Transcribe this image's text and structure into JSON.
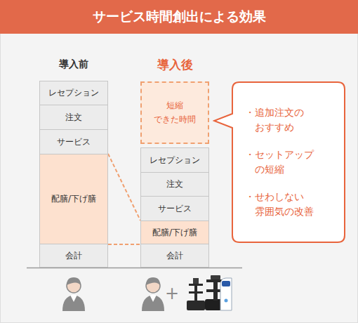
{
  "diagram": {
    "title": "サービス時間創出による効果",
    "nodes": [
      {
        "text": [
          "レセプション"
        ]
      },
      {
        "text": [
          "注文"
        ]
      },
      {
        "text": [
          "サービス"
        ]
      },
      {
        "text": [
          "配膳/下げ膳"
        ]
      },
      {
        "text": [
          "会計"
        ]
      },
      {
        "text": [
          "短縮 できた時間"
        ]
      },
      {
        "text": [
          "レセプション"
        ]
      },
      {
        "text": [
          "注文"
        ]
      },
      {
        "text": [
          "サービス"
        ]
      },
      {
        "text": [
          "配膳/下げ膳"
        ]
      },
      {
        "text": [
          "会計"
        ]
      },
      {
        "text": [
          "・追加注文の おすすめ",
          "・セットアップ の短縮",
          "・せわしない 雰囲気の改善"
        ]
      }
    ],
    "edges": [
      {
        "from": 3,
        "to": 9,
        "arrow": "none"
      },
      {
        "from": 3,
        "to": 9,
        "arrow": "none"
      }
    ],
    "labels": [
      "導入前",
      "導入後",
      "+"
    ]
  }
}
